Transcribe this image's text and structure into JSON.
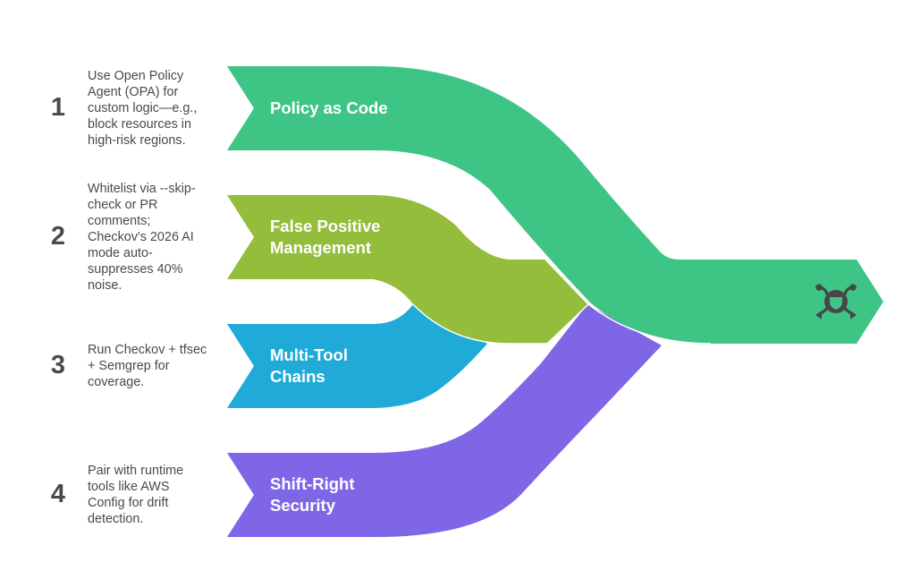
{
  "diagram": {
    "type": "converging-flow",
    "steps": [
      {
        "number": "1",
        "description": "Use Open Policy\nAgent (OPA) for\ncustom logic—e.g.,\nblock resources in\nhigh-risk regions.",
        "label": "Policy as Code",
        "color": "#3EC586"
      },
      {
        "number": "2",
        "description": "Whitelist via --skip-\ncheck or PR\ncomments;\nCheckov's 2026 AI\nmode auto-\nsuppresses 40%\nnoise.",
        "label": "False Positive\nManagement",
        "color": "#93BD3A"
      },
      {
        "number": "3",
        "description": " Run Checkov + tfsec\n+ Semgrep for\ncoverage.",
        "label": "Multi-Tool\nChains",
        "color": "#20AAD8"
      },
      {
        "number": "4",
        "description": "Pair with runtime\ntools like AWS\nConfig for drift\ndetection.",
        "label": "Shift-Right\nSecurity",
        "color": "#7E66E6"
      }
    ],
    "output": {
      "icon": "shield-network-icon",
      "color": "#3EC586",
      "icon_color": "#474747"
    }
  }
}
